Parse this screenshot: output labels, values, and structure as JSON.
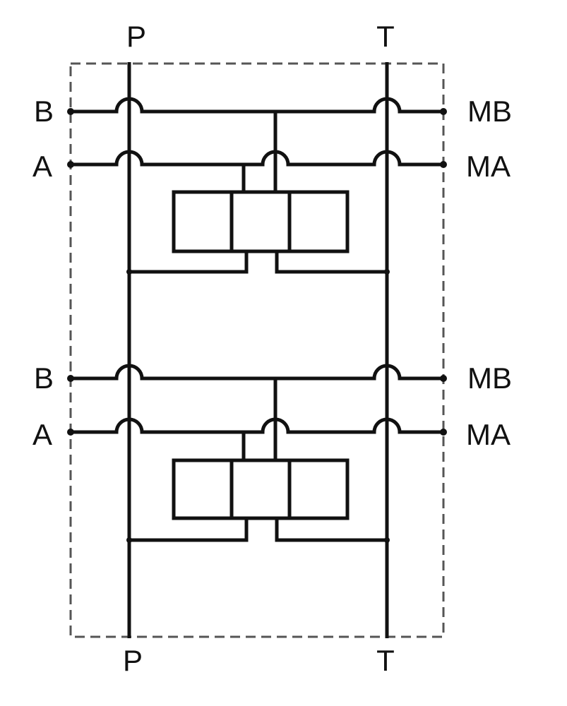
{
  "diagram": {
    "ports": {
      "top_p": "P",
      "top_t": "T",
      "bottom_p": "P",
      "bottom_t": "T"
    },
    "sections": [
      {
        "left_b": "B",
        "left_a": "A",
        "right_b": "MB",
        "right_a": "MA"
      },
      {
        "left_b": "B",
        "left_a": "A",
        "right_b": "MB",
        "right_a": "MA"
      }
    ],
    "colors": {
      "line": "#111111",
      "frame": "#555555",
      "background": "#ffffff"
    }
  }
}
